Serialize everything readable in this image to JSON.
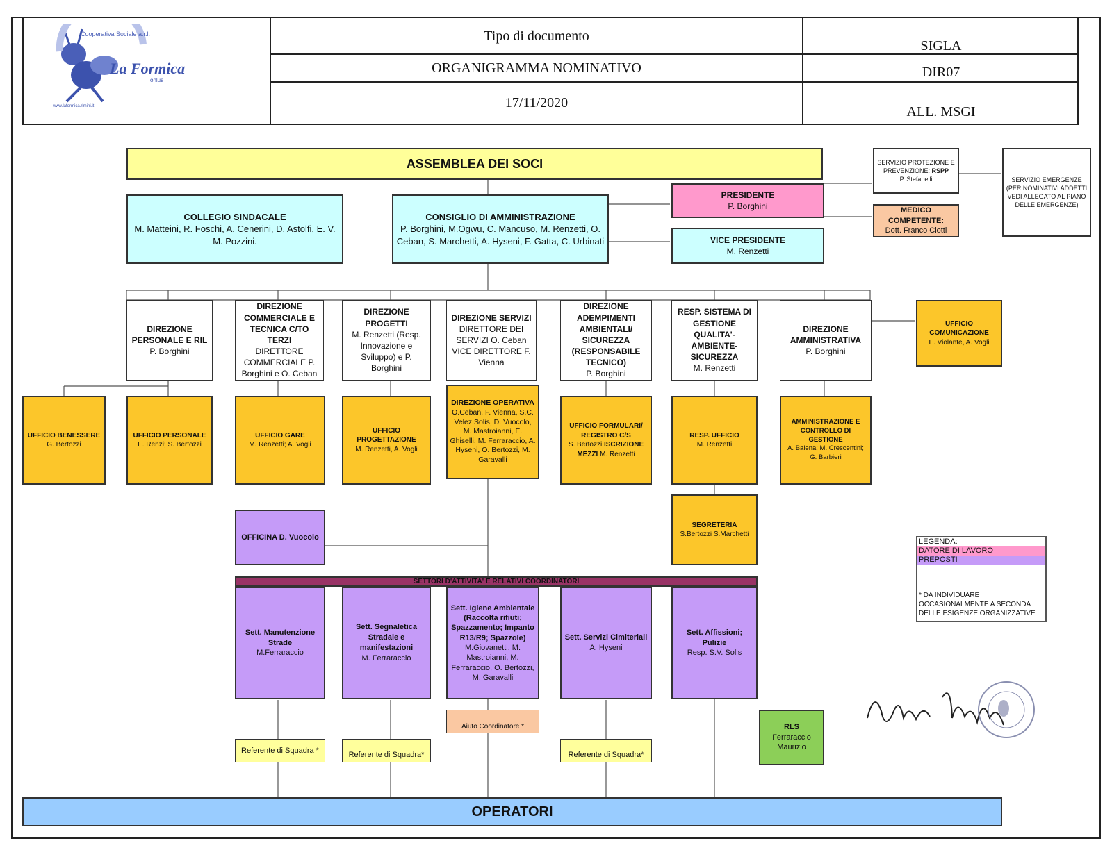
{
  "header": {
    "logo": {
      "name": "La Formica",
      "subtitle": "onlus",
      "ring_text": "Cooperativa Sociale a.r.l.",
      "url": "www.laformica.rimini.it"
    },
    "doc_type_label": "Tipo di documento",
    "doc_title": "ORGANIGRAMMA NOMINATIVO",
    "date": "17/11/2020",
    "sigla_label": "SIGLA",
    "sigla": "DIR07",
    "allegato": "ALL. MSGI"
  },
  "top": {
    "assemblea": "ASSEMBLEA DEI SOCI",
    "collegio_title": "COLLEGIO SINDACALE",
    "collegio_names": "M. Matteini, R. Foschi, A. Cenerini, D. Astolfi, E. V. M. Pozzini.",
    "consiglio_title": "CONSIGLIO DI AMMINISTRAZIONE",
    "consiglio_names": "P. Borghini,  M.Ogwu, C. Mancuso, M. Renzetti, O. Ceban, S. Marchetti, A. Hyseni, F. Gatta, C. Urbinati",
    "presidente_title": "PRESIDENTE",
    "presidente_name": "P. Borghini",
    "vice_title": "VICE PRESIDENTE",
    "vice_name": "M. Renzetti",
    "rspp_text": "SERVIZIO PROTEZIONE E PREVENZIONE:",
    "rspp_bold": "RSPP",
    "rspp_name": "P. Stefanelli",
    "medico_title": "MEDICO COMPETENTE:",
    "medico_name": "Dott. Franco Ciotti",
    "emergenze": "SERVIZIO EMERGENZE    (PER NOMINATIVI ADDETTI VEDI ALLEGATO AL PIANO DELLE EMERGENZE)"
  },
  "direzioni": {
    "personale_title": "DIREZIONE PERSONALE E RIL",
    "personale_name": "P. Borghini",
    "commerciale_title": "DIREZIONE COMMERCIALE E TECNICA C/TO TERZI",
    "commerciale_rest": "DIRETTORE COMMERCIALE P. Borghini  e O. Ceban",
    "progetti_title": "DIREZIONE PROGETTI",
    "progetti_name": "M. Renzetti (Resp. Innovazione e Sviluppo) e P. Borghini",
    "servizi_title": "DIREZIONE SERVIZI",
    "servizi_name": "DIRETTORE DEI SERVIZI O. Ceban VICE DIRETTORE F. Vienna",
    "ambientali_title": "DIREZIONE ADEMPIMENTI AMBIENTALI/ SICUREZZA (RESPONSABILE TECNICO)",
    "ambientali_name": "P. Borghini",
    "qualita_title": "RESP. SISTEMA DI GESTIONE QUALITA'- AMBIENTE- SICUREZZA",
    "qualita_name": "M. Renzetti",
    "amministrativa_title": "DIREZIONE AMMINISTRATIVA",
    "amministrativa_name": "P. Borghini",
    "comunicazione_title": "UFFICIO COMUNICAZIONE",
    "comunicazione_name": "E. Violante, A. Vogli"
  },
  "uffici": {
    "benessere_title": "UFFICIO BENESSERE",
    "benessere_name": "G. Bertozzi",
    "personale_title": "UFFICIO PERSONALE",
    "personale_name": "E. Renzi; S. Bertozzi",
    "gare_title": "UFFICIO GARE",
    "gare_name": "M. Renzetti; A. Vogli",
    "progettazione_title": "UFFICIO PROGETTAZIONE",
    "progettazione_name": "M. Renzetti,  A. Vogli",
    "operativa_title": "DIREZIONE OPERATIVA",
    "operativa_name": "O.Ceban, F. Vienna, S.C. Velez Solis, D. Vuocolo, M. Mastroianni, E. Ghiselli, M. Ferraraccio, A. Hyseni, O. Bertozzi, M. Garavalli",
    "formulari_title": "UFFICIO FORMULARI/ REGISTRO C/S",
    "formulari_mid": "S. Bertozzi",
    "formulari_bold": "ISCRIZIONE MEZZI",
    "formulari_name": "M. Renzetti",
    "resp_title": "RESP. UFFICIO",
    "resp_name": "M. Renzetti",
    "ammin_title": "AMMINISTRAZIONE E CONTROLLO DI GESTIONE",
    "ammin_name": "A. Balena;   M. Crescentini; G. Barbieri",
    "segreteria_title": "SEGRETERIA",
    "segreteria_name": "S.Bertozzi S.Marchetti",
    "officina": "OFFICINA D. Vuocolo"
  },
  "settori": {
    "banner": "SETTORI D'ATTIVITA' E RELATIVI COORDINATORI",
    "manutenzione_title": "Sett. Manutenzione Strade",
    "manutenzione_name": "M.Ferraraccio",
    "segnaletica_title": "Sett.  Segnaletica Stradale  e manifestazioni",
    "segnaletica_name": "M. Ferraraccio",
    "igiene_title": "Sett. Igiene Ambientale (Raccolta rifiuti; Spazzamento; Impanto R13/R9; Spazzole)",
    "igiene_name": "M.Giovanetti, M. Mastroianni, M. Ferraraccio, O. Bertozzi, M. Garavalli",
    "cimiteriali_title": "Sett. Servizi Cimiteriali",
    "cimiteriali_name": "A. Hyseni",
    "affissioni_title": "Sett. Affissioni; Pulizie",
    "affissioni_name": "Resp.  S.V. Solis"
  },
  "bottom": {
    "referente_1": "Referente di Squadra *",
    "referente_2": "Referente di Squadra*",
    "aiuto": "Aiuto Coordinatore  *",
    "referente_3": "Referente di Squadra*",
    "rls_title": "RLS",
    "rls_name": "Ferraraccio Maurizio",
    "operatori": "OPERATORI"
  },
  "legend": {
    "title": "LEGENDA:",
    "datore": "DATORE DI LAVORO",
    "preposti": "PREPOSTI",
    "note": "* DA INDIVIDUARE OCCASIONALMENTE A SECONDA DELLE ESIGENZE ORGANIZZATIVE"
  },
  "signature": "Pietro Borghini",
  "colors": {
    "assemblea": "#ffff99",
    "board": "#ccffff",
    "presidente": "#ff99cc",
    "medico": "#fac8a2",
    "uffici": "#fcc62a",
    "preposti": "#c59bf8",
    "rls": "#8ccf58",
    "operatori": "#99ccff",
    "banner": "#993366"
  }
}
